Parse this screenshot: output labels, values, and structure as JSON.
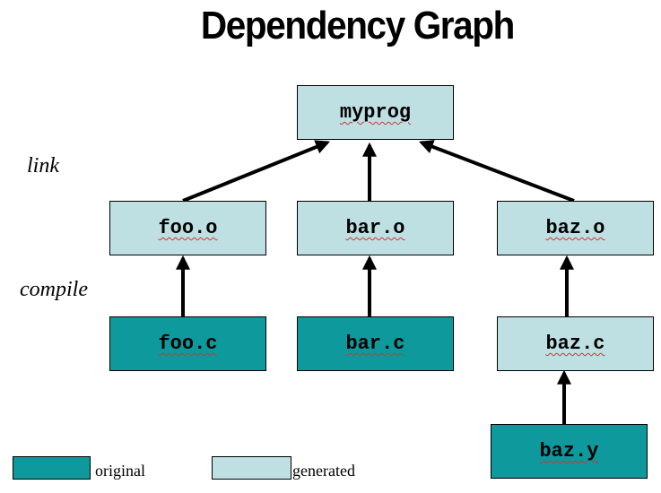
{
  "title": "Dependency Graph",
  "stages": {
    "link": "link",
    "compile": "compile"
  },
  "nodes": {
    "myprog": "myprog",
    "foo_o": "foo.o",
    "bar_o": "bar.o",
    "baz_o": "baz.o",
    "foo_c": "foo.c",
    "bar_c": "bar.c",
    "baz_c": "baz.c",
    "baz_y": "baz.y"
  },
  "edges": [
    {
      "from": "foo.o",
      "to": "myprog"
    },
    {
      "from": "bar.o",
      "to": "myprog"
    },
    {
      "from": "baz.o",
      "to": "myprog"
    },
    {
      "from": "foo.c",
      "to": "foo.o"
    },
    {
      "from": "bar.c",
      "to": "bar.o"
    },
    {
      "from": "baz.c",
      "to": "baz.o"
    },
    {
      "from": "baz.y",
      "to": "baz.c"
    }
  ],
  "legend": {
    "original": "original",
    "generated": "generated"
  },
  "colors": {
    "original": "#0e9a9c",
    "generated": "#bfe0e2"
  }
}
